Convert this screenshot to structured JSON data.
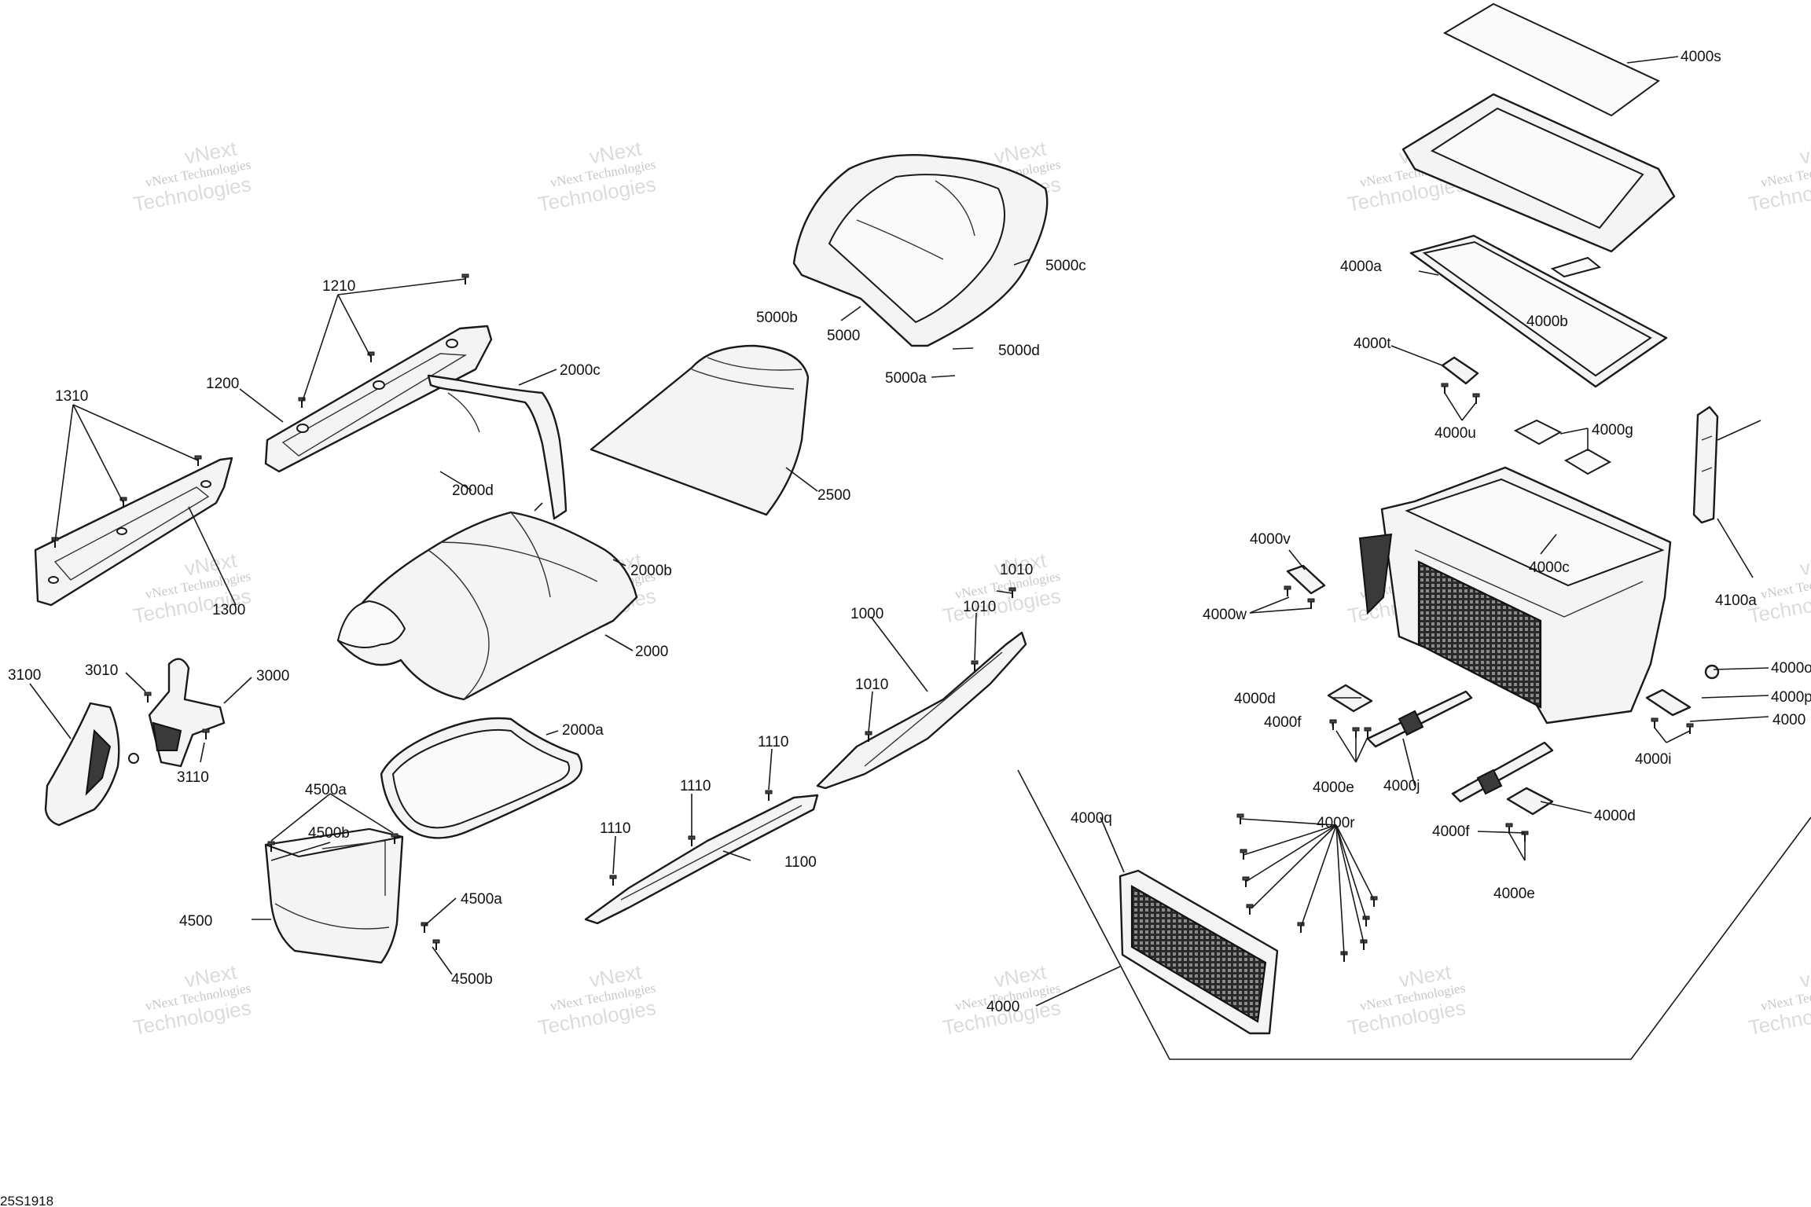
{
  "drawing_ref": "25S1918",
  "watermark": {
    "line1": "vNext Technologies",
    "line2": "vNext",
    "line3": "Technologies"
  },
  "callouts": {
    "c4000s": "4000s",
    "c4000a": "4000a",
    "c4000b": "4000b",
    "c4000t": "4000t",
    "c4000u": "4000u",
    "c4000g": "4000g",
    "c4000c": "4000c",
    "c4000v": "4000v",
    "c4000w": "4000w",
    "c4100a": "4100a",
    "c4000d_l": "4000d",
    "c4000f_l": "4000f",
    "c4000e_l": "4000e",
    "c4000j": "4000j",
    "c4000d_r": "4000d",
    "c4000f_r": "4000f",
    "c4000e_r": "4000e",
    "c4000o": "4000o",
    "c4000p": "4000p",
    "c4000_r": "4000",
    "c4000i": "4000i",
    "c4000q": "4000q",
    "c4000r": "4000r",
    "c4000_b": "4000",
    "c5000": "5000",
    "c5000a": "5000a",
    "c5000b": "5000b",
    "c5000c": "5000c",
    "c5000d": "5000d",
    "c1210": "1210",
    "c1200": "1200",
    "c1310": "1310",
    "c1300": "1300",
    "c2000c": "2000c",
    "c2000d": "2000d",
    "c2000b": "2000b",
    "c2000": "2000",
    "c2000a": "2000a",
    "c2500": "2500",
    "c3100": "3100",
    "c3010": "3010",
    "c3000": "3000",
    "c3110": "3110",
    "c4500a_t": "4500a",
    "c4500b_t": "4500b",
    "c4500": "4500",
    "c4500a_r": "4500a",
    "c4500b_r": "4500b",
    "c1000": "1000",
    "c1010_a": "1010",
    "c1010_b": "1010",
    "c1010_c": "1010",
    "c1100": "1100",
    "c1110_a": "1110",
    "c1110_b": "1110",
    "c1110_c": "1110"
  }
}
